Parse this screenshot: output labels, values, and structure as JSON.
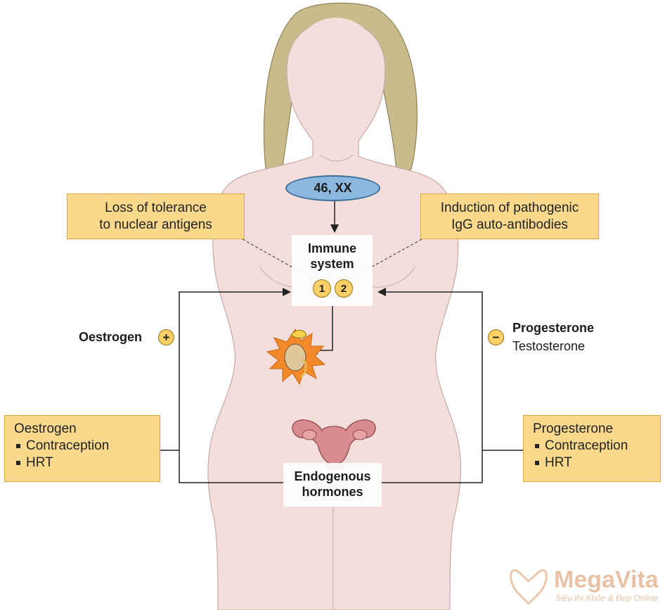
{
  "karyotype": "46, XX",
  "boxes": {
    "top_left": [
      "Loss of tolerance",
      "to nuclear antigens"
    ],
    "top_right": [
      "Induction of pathogenic",
      "IgG auto-antibodies"
    ],
    "bottom_left": {
      "title": "Oestrogen",
      "items": [
        "Contraception",
        "HRT"
      ]
    },
    "bottom_right": {
      "title": "Progesterone",
      "items": [
        "Contraception",
        "HRT"
      ]
    }
  },
  "immune": {
    "label_1": "Immune",
    "label_2": "system",
    "marker_1": "1",
    "marker_2": "2"
  },
  "hormones": {
    "label_1": "Endogenous",
    "label_2": "hormones"
  },
  "left_effect": {
    "label": "Oestrogen",
    "sign": "+"
  },
  "right_effect": {
    "sign": "−",
    "label_1": "Progesterone",
    "label_2": "Testosterone"
  },
  "watermark": {
    "brand": "MegaVita",
    "tagline": "Siêu thị Khỏe & Đẹp Online"
  },
  "colors": {
    "hair": "#cabb8c",
    "skin": "#f3dedb",
    "box_fill": "#fbd98c",
    "ellipse_fill": "#8cb7de",
    "circle_fill": "#fad067",
    "burst": "#f2892b"
  }
}
